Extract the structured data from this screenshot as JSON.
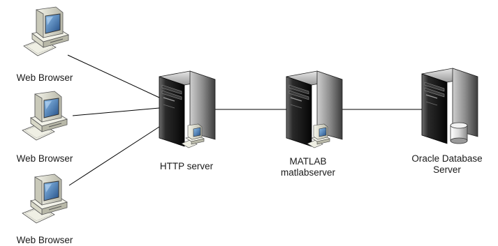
{
  "nodes": {
    "browser_1": {
      "label": "Web Browser",
      "icon": "desktop-computer-icon"
    },
    "browser_2": {
      "label": "Web Browser",
      "icon": "desktop-computer-icon"
    },
    "browser_3": {
      "label": "Web Browser",
      "icon": "desktop-computer-icon"
    },
    "http_server": {
      "label": "HTTP server",
      "icon": "tower-server-icon"
    },
    "matlab_server": {
      "label_line1": "MATLAB",
      "label_line2": "matlabserver",
      "icon": "tower-server-icon"
    },
    "oracle_server": {
      "label_line1": "Oracle Database",
      "label_line2": "Server",
      "icon": "database-server-icon"
    }
  },
  "connections": [
    {
      "from": "browser_1",
      "to": "http_server"
    },
    {
      "from": "browser_2",
      "to": "http_server"
    },
    {
      "from": "browser_3",
      "to": "http_server"
    },
    {
      "from": "http_server",
      "to": "matlab_server"
    },
    {
      "from": "matlab_server",
      "to": "oracle_server"
    }
  ],
  "colors": {
    "line": "#000000",
    "server_dark": "#141414",
    "server_light": "#9a9a9a",
    "monitor_beige": "#e6e6d8",
    "screen_blue": "#3a6ea5"
  }
}
